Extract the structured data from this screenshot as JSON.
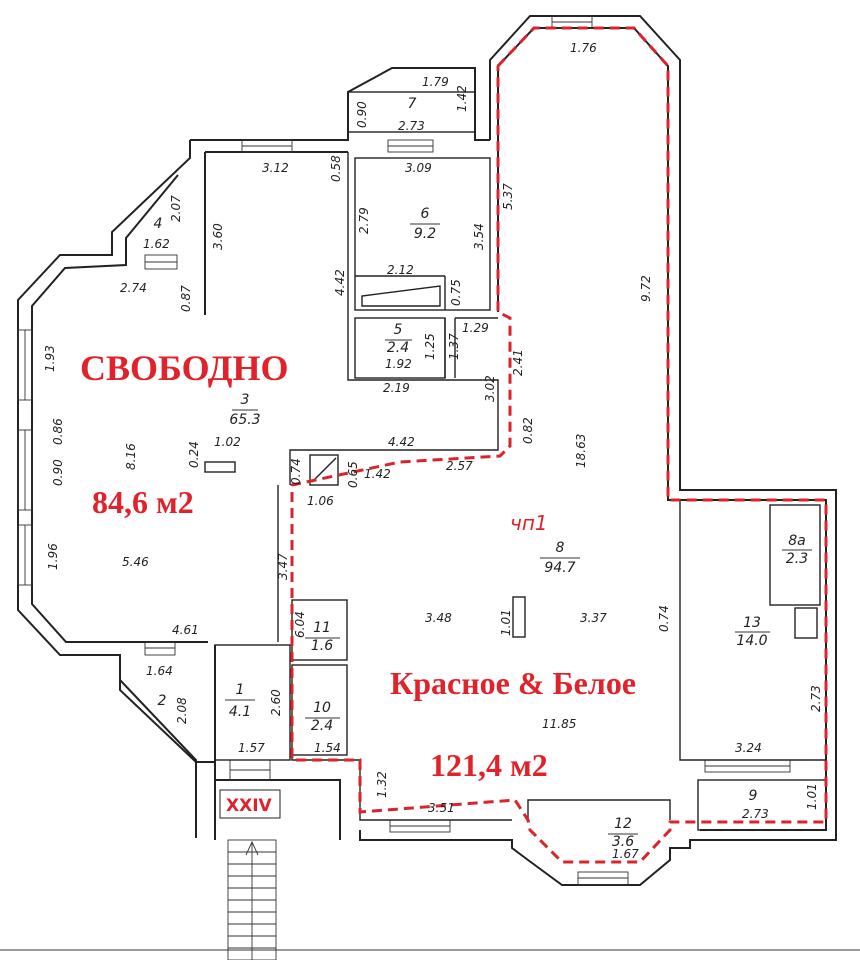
{
  "labels": {
    "svobodno": "СВОБОДНО",
    "area_left": "84,6 м2",
    "tenant": "Красное & Белое",
    "area_right": "121,4 м2",
    "tenant_code": "чп1",
    "entrance": "XXIV"
  },
  "rooms": [
    {
      "num": "1",
      "area": "4.1"
    },
    {
      "num": "2",
      "area": ""
    },
    {
      "num": "3",
      "area": "65.3"
    },
    {
      "num": "4",
      "area": ""
    },
    {
      "num": "5",
      "area": "2.4"
    },
    {
      "num": "6",
      "area": "9.2"
    },
    {
      "num": "7",
      "area": ""
    },
    {
      "num": "8",
      "area": "94.7"
    },
    {
      "num": "8a",
      "area": "2.3"
    },
    {
      "num": "9",
      "area": ""
    },
    {
      "num": "10",
      "area": "2.4"
    },
    {
      "num": "11",
      "area": "1.6"
    },
    {
      "num": "12",
      "area": "3.6"
    },
    {
      "num": "13",
      "area": "14.0"
    }
  ],
  "dims": {
    "d_176": "1.76",
    "d_179": "1.79",
    "d_142a": "1.42",
    "d_090a": "0.90",
    "d_273a": "2.73",
    "d_312": "3.12",
    "d_058": "0.58",
    "d_309": "3.09",
    "d_537": "5.37",
    "d_207": "2.07",
    "d_162": "1.62",
    "d_360": "3.60",
    "d_279": "2.79",
    "d_354": "3.54",
    "d_972": "9.72",
    "d_274": "2.74",
    "d_087": "0.87",
    "d_442a": "4.42",
    "d_212": "2.12",
    "d_075": "0.75",
    "d_129": "1.29",
    "d_193": "1.93",
    "d_125": "1.25",
    "d_192": "1.92",
    "d_137": "1.37",
    "d_241": "2.41",
    "d_302": "3.02",
    "d_219": "2.19",
    "d_086": "0.86",
    "d_816": "8.16",
    "d_102": "1.02",
    "d_024": "0.24",
    "d_442b": "4.42",
    "d_082": "0.82",
    "d_1863": "18.63",
    "d_090b": "0.90",
    "d_074a": "0.74",
    "d_065": "0.65",
    "d_142b": "1.42",
    "d_257": "2.57",
    "d_106": "1.06",
    "d_196": "1.96",
    "d_546": "5.46",
    "d_347": "3.47",
    "d_348": "3.48",
    "d_101a": "1.01",
    "d_337": "3.37",
    "d_074b": "0.74",
    "d_604": "6.04",
    "d_461": "4.61",
    "d_164": "1.64",
    "d_208": "2.08",
    "d_260": "2.60",
    "d_273b": "2.73",
    "d_1185": "11.85",
    "d_157": "1.57",
    "d_154": "1.54",
    "d_324": "3.24",
    "d_132": "1.32",
    "d_351": "3.51",
    "d_273c": "2.73",
    "d_101b": "1.01",
    "d_167": "1.67"
  },
  "colors": {
    "accent": "#e2222b",
    "lines": "#222222"
  }
}
